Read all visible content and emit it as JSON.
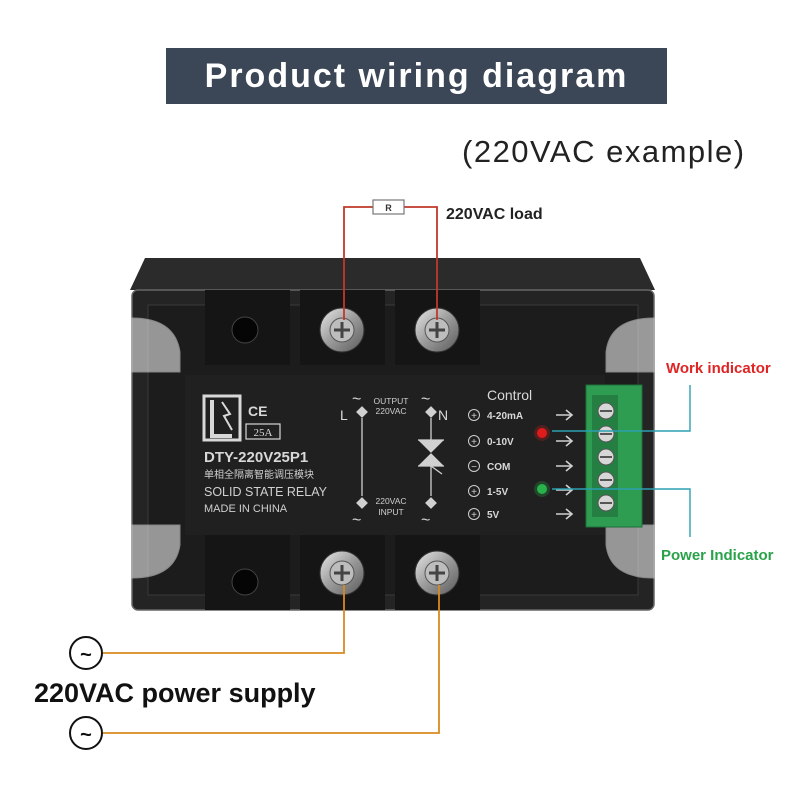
{
  "header": {
    "title": "Product wiring diagram",
    "subtitle": "(220VAC example)"
  },
  "load": {
    "resistor_label": "R",
    "label": "220VAC load"
  },
  "indicators": {
    "work": "Work indicator",
    "power": "Power Indicator"
  },
  "power_supply": {
    "label": "220VAC power supply",
    "symbol": "~"
  },
  "relay": {
    "brand_mark": "CE",
    "rating": "25A",
    "model": "DTY-220V25P1",
    "chinese_name": "单相全隔离智能调压模块",
    "type_label": "SOLID STATE RELAY",
    "origin": "MADE IN CHINA",
    "output": {
      "line1": "OUTPUT",
      "line2": "220VAC",
      "left": "L",
      "right": "N",
      "tilde": "~"
    },
    "input": {
      "line1": "220VAC",
      "line2": "INPUT",
      "tilde": "~"
    },
    "control": {
      "title": "Control",
      "terminals": [
        {
          "sign": "+",
          "label": "4-20mA"
        },
        {
          "sign": "+",
          "label": "0-10V"
        },
        {
          "sign": "−",
          "label": "COM"
        },
        {
          "sign": "+",
          "label": "1-5V"
        },
        {
          "sign": "+",
          "label": "5V"
        }
      ]
    }
  },
  "colors": {
    "title_bg": "#3b4757",
    "load_wire": "#c0392b",
    "supply_wire": "#d98a1e",
    "work_led": "#e01b1b",
    "power_led": "#27b34a",
    "indicator_line": "#2aa0b0",
    "terminal_block": "#2e9d52"
  }
}
